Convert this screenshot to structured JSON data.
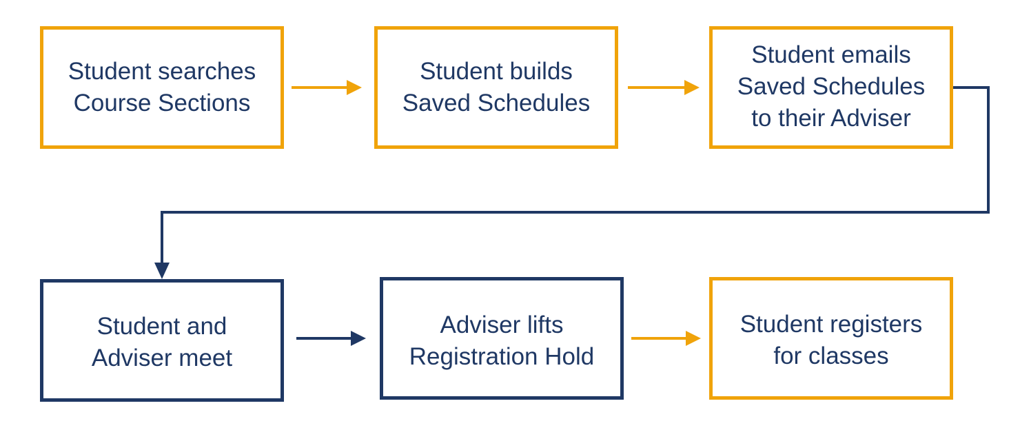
{
  "colors": {
    "orange": "#f0a30a",
    "navy": "#1f3864",
    "text": "#1f3864",
    "background": "#ffffff"
  },
  "steps": [
    {
      "label": "Student searches\nCourse Sections",
      "style": "orange"
    },
    {
      "label": "Student builds\nSaved Schedules",
      "style": "orange"
    },
    {
      "label": "Student emails\nSaved Schedules\nto their Adviser",
      "style": "orange"
    },
    {
      "label": "Student and\nAdviser meet",
      "style": "navy"
    },
    {
      "label": "Adviser lifts\nRegistration Hold",
      "style": "navy"
    },
    {
      "label": "Student registers\nfor classes",
      "style": "orange"
    }
  ],
  "connectors": [
    {
      "from": 1,
      "to": 2,
      "color": "orange"
    },
    {
      "from": 2,
      "to": 3,
      "color": "orange"
    },
    {
      "from": 3,
      "to": 4,
      "color": "navy"
    },
    {
      "from": 4,
      "to": 5,
      "color": "navy"
    },
    {
      "from": 5,
      "to": 6,
      "color": "orange"
    }
  ]
}
